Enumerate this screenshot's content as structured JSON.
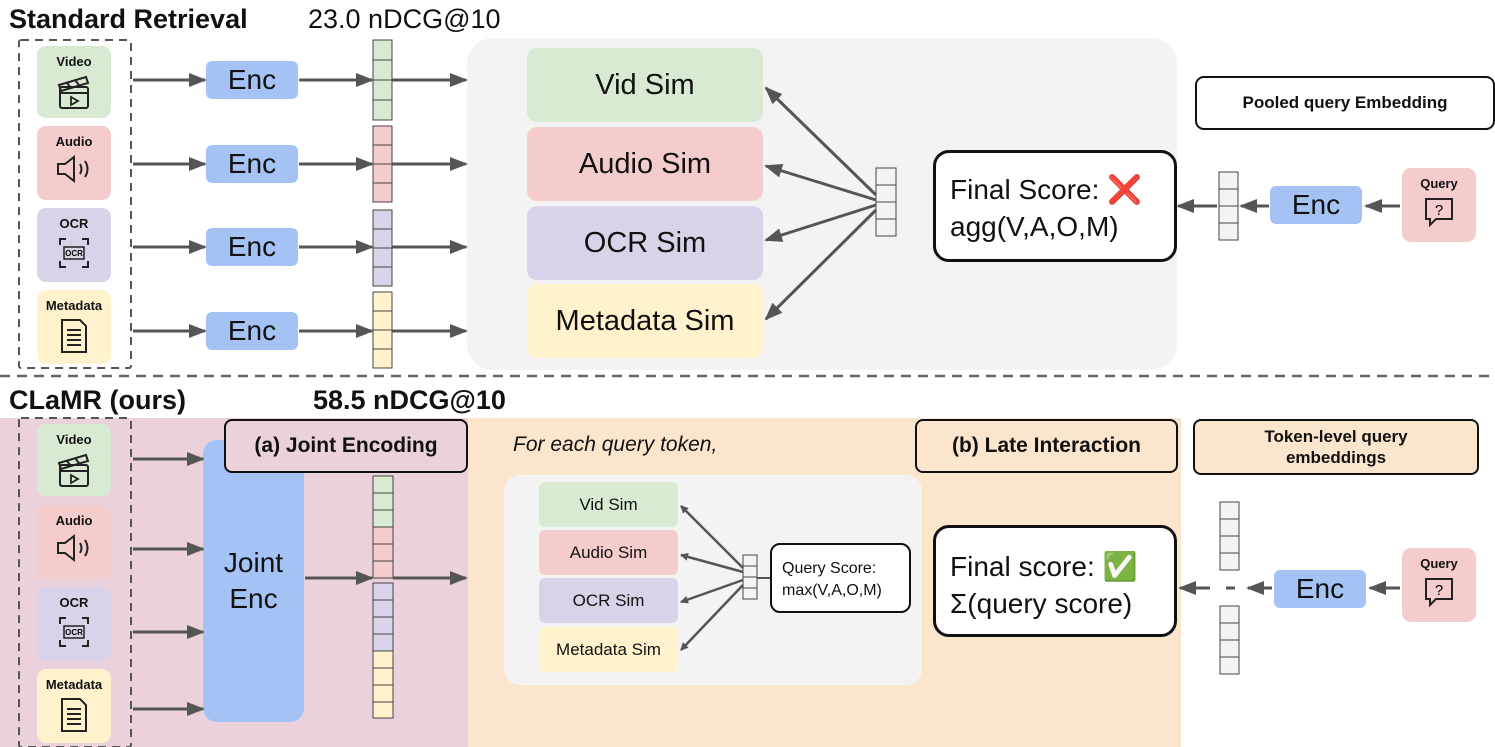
{
  "top": {
    "title": "Standard Retrieval",
    "score": "23.0 nDCG@10",
    "modalities": [
      "Video",
      "Audio",
      "OCR",
      "Metadata"
    ],
    "enc_label": "Enc",
    "sims": [
      "Vid Sim",
      "Audio Sim",
      "OCR Sim",
      "Metadata Sim"
    ],
    "final_label": "Final Score:",
    "final_formula": "agg(V,A,O,M)",
    "final_mark": "❌",
    "pooled_label": "Pooled query Embedding",
    "query_label": "Query",
    "query_enc": "Enc"
  },
  "bottom": {
    "title": "CLaMR (ours)",
    "score": "58.5 nDCG@10",
    "modalities": [
      "Video",
      "Audio",
      "OCR",
      "Metadata"
    ],
    "joint_tag": "(a) Joint Encoding",
    "joint_enc_line1": "Joint",
    "joint_enc_line2": "Enc",
    "for_each": "For each query token,",
    "sims": [
      "Vid Sim",
      "Audio Sim",
      "OCR Sim",
      "Metadata Sim"
    ],
    "query_score_line1": "Query Score:",
    "query_score_line2": "max(V,A,O,M)",
    "late_tag": "(b) Late Interaction",
    "final_label": "Final score:",
    "final_formula": "Σ(query score)",
    "final_mark": "✅",
    "token_label": "Token-level query embeddings",
    "query_label": "Query",
    "query_enc": "Enc"
  },
  "icon_text": {
    "ocr": "OCR",
    "query": "?"
  },
  "colors": {
    "video": "#d9ead3",
    "audio": "#f4cccc",
    "ocr": "#d9d2e9",
    "metadata": "#fff2cc",
    "enc": "#a4c2f4",
    "panel_gray": "#f3f3f3",
    "panel_pink": "#ead1dc",
    "panel_orange": "#fce5cd",
    "query": "#f4cccc"
  }
}
